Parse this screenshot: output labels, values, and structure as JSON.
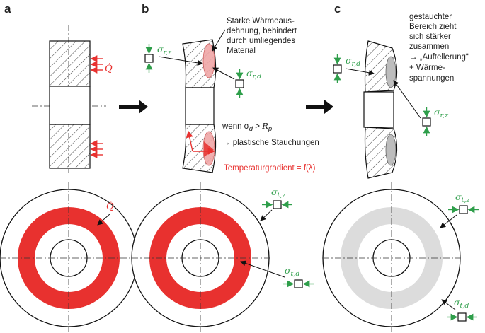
{
  "panels": {
    "a": "a",
    "b": "b",
    "c": "c"
  },
  "symbols": {
    "heat": "Q̇",
    "sigma": "σ",
    "sub_rz": "r,z",
    "sub_rd": "r,d",
    "sub_tz": "t,z",
    "sub_td": "t,d"
  },
  "notes": {
    "b_expansion": [
      "Starke Wärmeaus-",
      "dehnung, behindert",
      "durch umliegendes",
      "Material"
    ],
    "b_condition_pre": "wenn σ",
    "b_condition_sub": "d",
    "b_condition_rel": " > ",
    "b_condition_R": "R",
    "b_condition_Rsub": "p",
    "b_plastic": "→ plastische Stauchungen",
    "b_gradient": "Temperaturgradient = f(λ)",
    "c_region": [
      "gestauchter",
      "Bereich zieht",
      "sich stärker",
      "zusammen",
      "→ „Auftellerung“",
      "+ Wärme-",
      "spannungen"
    ]
  },
  "colors": {
    "red": "#e8312f",
    "pink": "#f0a7a7",
    "green": "#2e9e4a",
    "gray": "#bdbdbd",
    "lightgray": "#dcdcdc",
    "line": "#1a1a1a"
  }
}
